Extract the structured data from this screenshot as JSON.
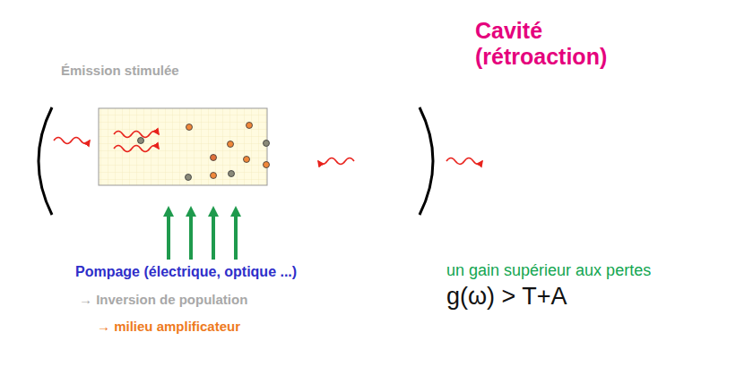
{
  "diagram": {
    "labels": [
      "Émission stimulée",
      "Cavité (rétroaction)",
      "Pompage (électrique, optique ...)",
      "→ Inversion de population",
      "→ milieu amplificateur",
      "un gain supérieur aux pertes",
      "g(ω) > T+A"
    ]
  }
}
